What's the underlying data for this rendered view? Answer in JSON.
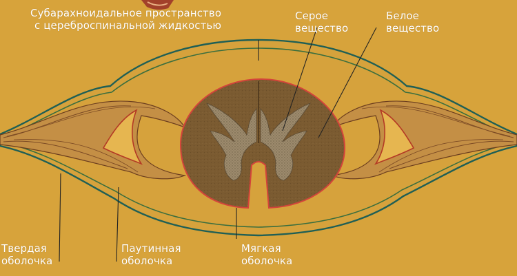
{
  "colors": {
    "background": "#d7a33b",
    "label_text": "#ffffff",
    "dura_line": "#1f5f55",
    "arachnoid_line": "#d03a2a",
    "pia_line": "#c9503a",
    "cord_fill": "#7a5a30",
    "gray_matter_fill": "#a08e72",
    "nerve_root_fill": "#b78c56"
  },
  "labels": {
    "subarachnoid": {
      "line1": "Субарахноидальное пространство",
      "line2": "с цереброспинальной жидкостью"
    },
    "gray_matter": {
      "line1": "Серое",
      "line2": "вещество"
    },
    "white_matter": {
      "line1": "Белое",
      "line2": "вещество"
    },
    "dura_mater": {
      "line1": "Твердая",
      "line2": "оболочка"
    },
    "arachnoid_mater": {
      "line1": "Паутинная",
      "line2": "оболочка"
    },
    "pia_mater": {
      "line1": "Мягкая",
      "line2": "оболочка"
    }
  }
}
